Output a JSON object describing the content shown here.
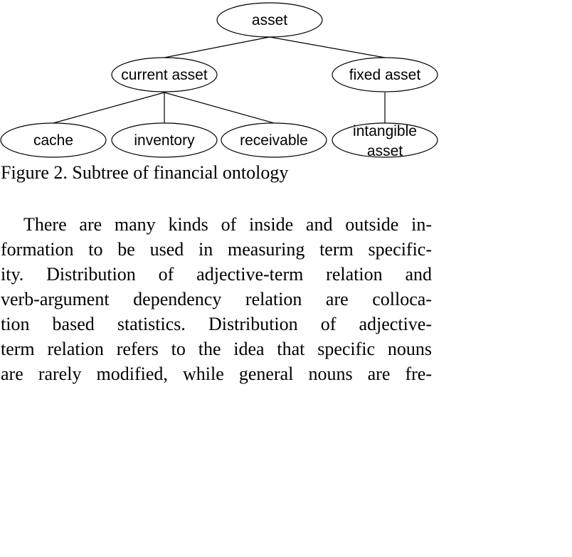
{
  "figure": {
    "nodes": {
      "asset": "asset",
      "current_asset": "current asset",
      "fixed_asset": "fixed asset",
      "cache": "cache",
      "inventory": "inventory",
      "receivable": "receivable",
      "intangible_asset_line1": "intangible",
      "intangible_asset_line2": "asset"
    },
    "caption": "Figure 2. Subtree of financial ontology"
  },
  "paragraph": {
    "lines": [
      "There are many kinds of inside and outside in-",
      "formation to be used in measuring term specific-",
      "ity. Distribution of adjective-term relation and",
      "verb-argument dependency relation are colloca-",
      "tion based statistics. Distribution of adjective-",
      "term relation refers to the idea that specific nouns",
      "are rarely modified, while general nouns are fre-"
    ]
  }
}
